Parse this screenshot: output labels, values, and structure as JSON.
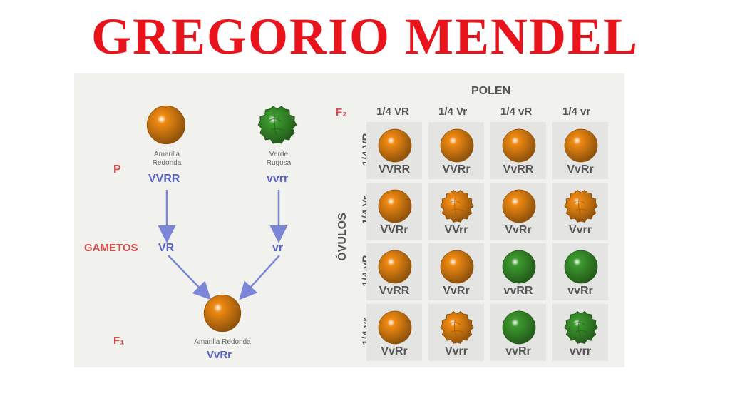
{
  "title": "GREGORIO MENDEL",
  "cross": {
    "p_label": "P",
    "gametes_label": "GAMETOS",
    "f1_label": "F₁",
    "f2_label": "F₂",
    "parent1": {
      "name_line1": "Amarilla",
      "name_line2": "Redonda",
      "genotype": "VVRR",
      "gamete": "VR",
      "color": "#f08a12",
      "shape": "round"
    },
    "parent2": {
      "name_line1": "Verde",
      "name_line2": "Rugosa",
      "genotype": "vvrr",
      "gamete": "vr",
      "color": "#3c9a2d",
      "shape": "wrinkled"
    },
    "f1": {
      "name": "Amarilla Redonda",
      "genotype": "VvRr",
      "color": "#f08a12",
      "shape": "round"
    }
  },
  "punnett": {
    "pollen_label": "POLEN",
    "ovules_label": "ÓVULOS",
    "col_headers": [
      "1/4 VR",
      "1/4 Vr",
      "1/4 vR",
      "1/4 vr"
    ],
    "row_headers": [
      "1/4 VR",
      "1/4 Vr",
      "1/4 vR",
      "1/4 vr"
    ],
    "cells": [
      [
        {
          "genotype": "VVRR",
          "color": "yellow",
          "shape": "round"
        },
        {
          "genotype": "VVRr",
          "color": "yellow",
          "shape": "round"
        },
        {
          "genotype": "VvRR",
          "color": "yellow",
          "shape": "round"
        },
        {
          "genotype": "VvRr",
          "color": "yellow",
          "shape": "round"
        }
      ],
      [
        {
          "genotype": "VVRr",
          "color": "yellow",
          "shape": "round"
        },
        {
          "genotype": "VVrr",
          "color": "yellow",
          "shape": "wrinkled"
        },
        {
          "genotype": "VvRr",
          "color": "yellow",
          "shape": "round"
        },
        {
          "genotype": "Vvrr",
          "color": "yellow",
          "shape": "wrinkled"
        }
      ],
      [
        {
          "genotype": "VvRR",
          "color": "yellow",
          "shape": "round"
        },
        {
          "genotype": "VvRr",
          "color": "yellow",
          "shape": "round"
        },
        {
          "genotype": "vvRR",
          "color": "green",
          "shape": "round"
        },
        {
          "genotype": "vvRr",
          "color": "green",
          "shape": "round"
        }
      ],
      [
        {
          "genotype": "VvRr",
          "color": "yellow",
          "shape": "round"
        },
        {
          "genotype": "Vvrr",
          "color": "yellow",
          "shape": "wrinkled"
        },
        {
          "genotype": "vvRr",
          "color": "green",
          "shape": "round"
        },
        {
          "genotype": "vvrr",
          "color": "green",
          "shape": "wrinkled"
        }
      ]
    ]
  },
  "colors": {
    "title": "#e8131b",
    "yellow": "#f08a12",
    "green": "#3c9a2d",
    "arrow": "#7b86d8",
    "panel": "#f1f1ee"
  }
}
